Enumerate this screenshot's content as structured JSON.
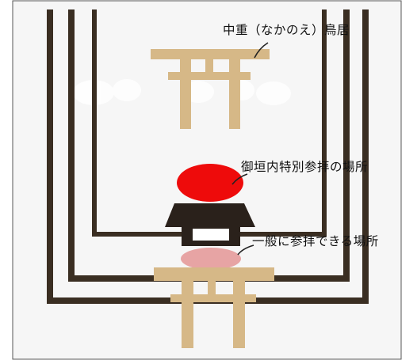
{
  "labels": {
    "nakanoe_torii": "中重（なかのえ）鳥居",
    "special_worship_place": "御垣内特別参拝の場所",
    "general_worship_place": "一般に参拝できる場所"
  },
  "colors": {
    "background": "#f6f6f6",
    "fence": "#3a2e22",
    "torii": "#d6b887",
    "special_marker": "#ee0b0b",
    "general_marker": "#e7a4a4",
    "shrine_roof": "#2a211b"
  }
}
